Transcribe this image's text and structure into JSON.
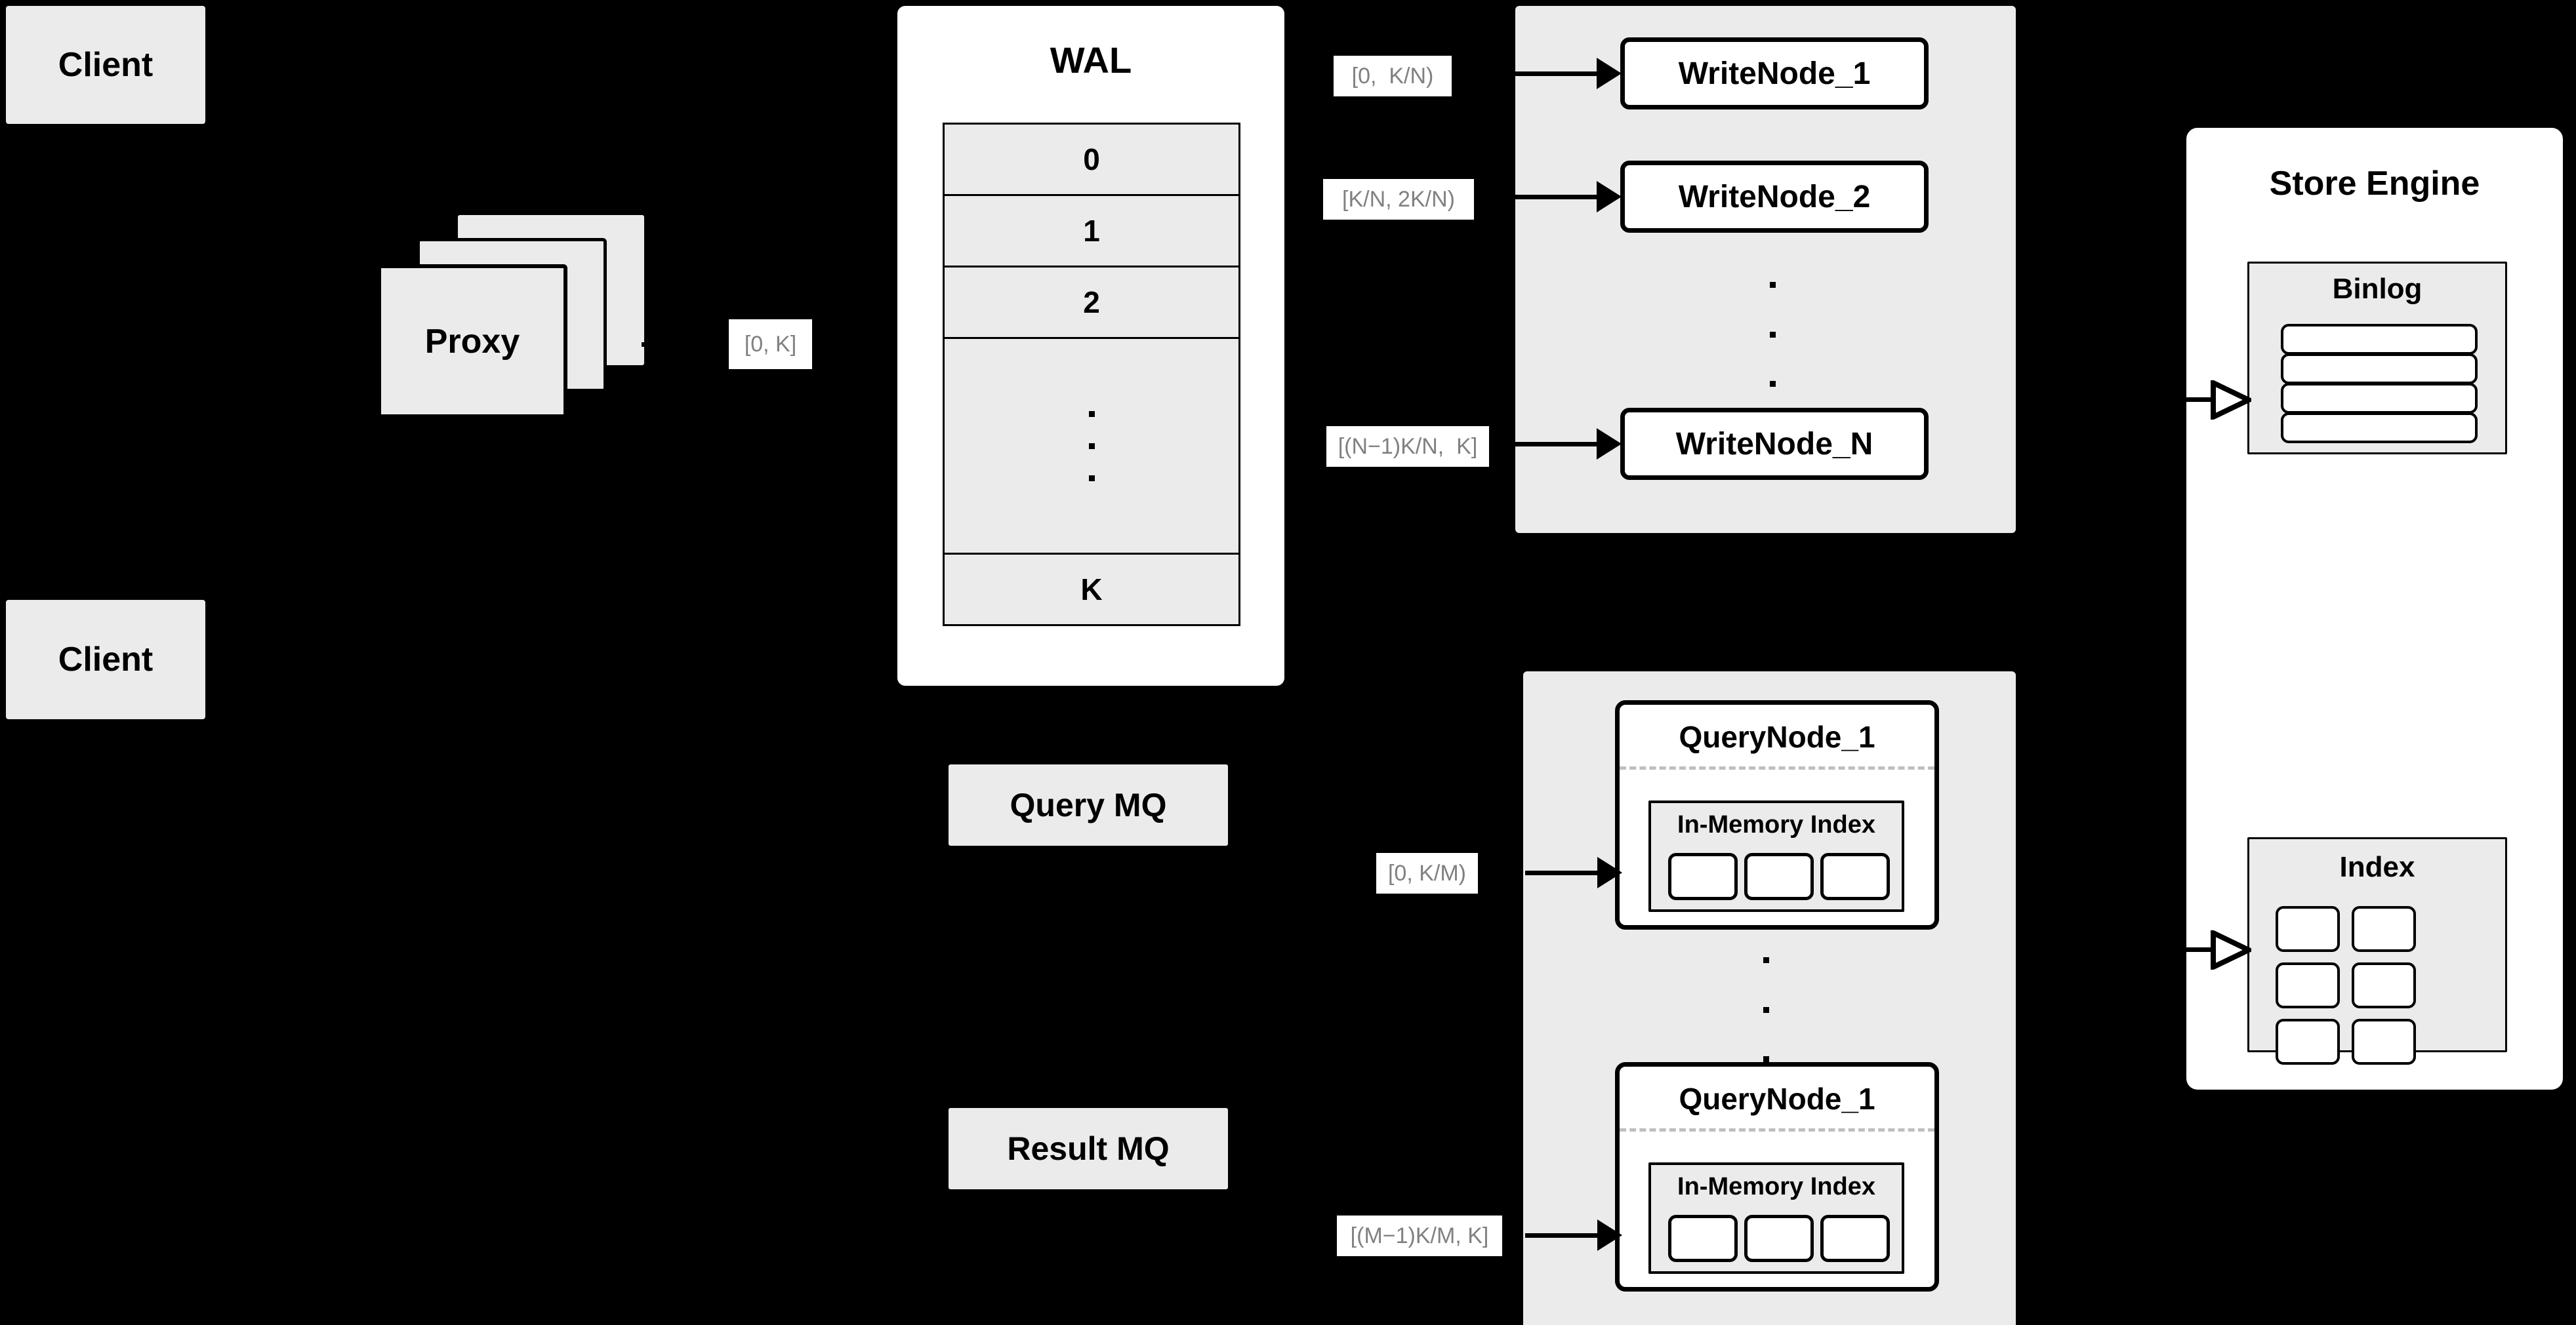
{
  "diagram": {
    "background_color": "#000000",
    "box_fill": "#ebebeb",
    "panel_fill": "#ebebeb",
    "white_fill": "#ffffff",
    "stroke_color": "#000000",
    "label_text_color": "#808080"
  },
  "clients": [
    {
      "label": "Client"
    },
    {
      "label": "Client"
    }
  ],
  "proxy": {
    "label": "Proxy",
    "stack_count": 3
  },
  "labels": {
    "proxy_to_wal": "[0, K]",
    "wal_to_writenode_1": "[0,  K/N)",
    "wal_to_writenode_2": "[K/N, 2K/N)",
    "wal_to_writenode_n": "[(N−1)K/N,  K]",
    "mq_to_querynode_1": "[0, K/M)",
    "mq_to_querynode_m": "[(M−1)K/M, K]"
  },
  "wal": {
    "title": "WAL",
    "cells": [
      "0",
      "1",
      "2",
      "⋮",
      "K"
    ],
    "ellipsis_dots": 3
  },
  "write_nodes": {
    "nodes": [
      {
        "label": "WriteNode_1"
      },
      {
        "label": "WriteNode_2"
      },
      {
        "label": "WriteNode_N"
      }
    ],
    "ellipsis_dots": 3
  },
  "message_queues": [
    {
      "label": "Query MQ"
    },
    {
      "label": "Result MQ"
    }
  ],
  "query_nodes": {
    "nodes": [
      {
        "label": "QueryNode_1",
        "index": {
          "label": "In-Memory Index",
          "segment_count": 3
        }
      },
      {
        "label": "QueryNode_1",
        "index": {
          "label": "In-Memory Index",
          "segment_count": 3
        }
      }
    ],
    "ellipsis_dots": 3
  },
  "store_engine": {
    "title": "Store Engine",
    "binlog": {
      "title": "Binlog",
      "row_count": 4
    },
    "index": {
      "title": "Index",
      "cell_count": 6,
      "columns": 3,
      "rows": 2
    }
  }
}
